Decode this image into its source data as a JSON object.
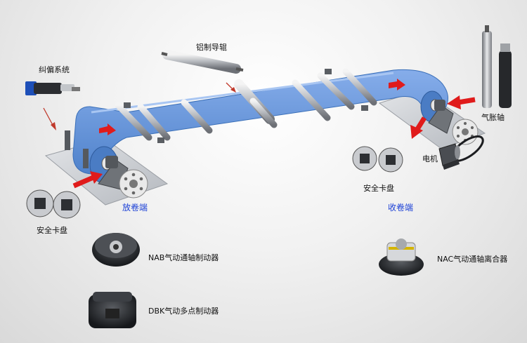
{
  "labels": {
    "deviation_system": "纠偏系统",
    "aluminum_guide_roller": "铝制导辊",
    "air_shaft": "气胀轴",
    "motor": "电机",
    "safety_chuck_right": "安全卡盘",
    "safety_chuck_left": "安全卡盘",
    "unwind_end": "放卷端",
    "rewind_end": "收卷端",
    "nab_brake": "NAB气动通轴制动器",
    "nac_clutch": "NAC气动通轴离合器",
    "dbk_brake": "DBK气动多点制动器"
  },
  "colors": {
    "web": "#5b8fd6",
    "web_edge": "#3a6fb8",
    "arrow": "#e01b1b",
    "section_label": "#1a3fd6",
    "steel": "#b8bcc2"
  }
}
